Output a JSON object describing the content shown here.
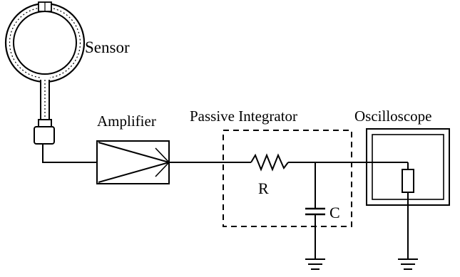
{
  "labels": {
    "sensor": "Sensor",
    "amplifier": "Amplifier",
    "integrator": "Passive Integrator",
    "oscilloscope": "Oscilloscope",
    "resistor": "R",
    "capacitor": "C"
  }
}
